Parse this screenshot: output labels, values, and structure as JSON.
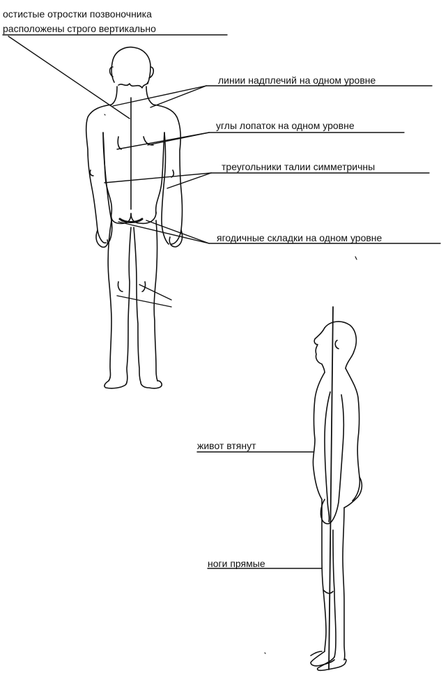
{
  "back_view": {
    "labels": {
      "spine": "остистые отростки позвоночника",
      "spine_line2": "расположены строго вертикально",
      "shoulders": "линии надплечий на одном уровне",
      "scapulae": "углы лопаток на одном уровне",
      "waist": "треугольники талии симметричны",
      "gluteal": "ягодичные складки на одном уровне"
    }
  },
  "side_view": {
    "labels": {
      "abdomen": "живот втянут",
      "legs": "ноги прямые"
    }
  },
  "colors": {
    "ink": "#111111",
    "background": "#ffffff"
  }
}
